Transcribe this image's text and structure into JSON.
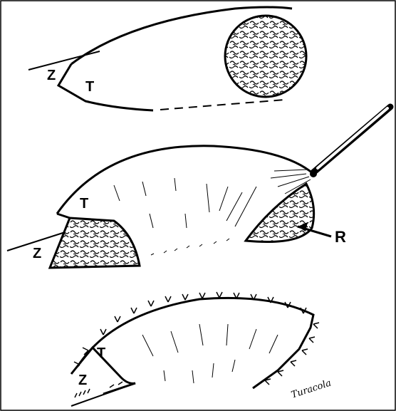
{
  "panel_top": {
    "label_z": "Z",
    "label_t": "T"
  },
  "panel_middle": {
    "label_t": "T",
    "label_z": "Z",
    "label_r": "R"
  },
  "panel_bottom": {
    "label_t": "T",
    "label_z": "Z"
  },
  "signature": "Turacola",
  "colors": {
    "ink": "#000000",
    "paper": "#ffffff"
  }
}
